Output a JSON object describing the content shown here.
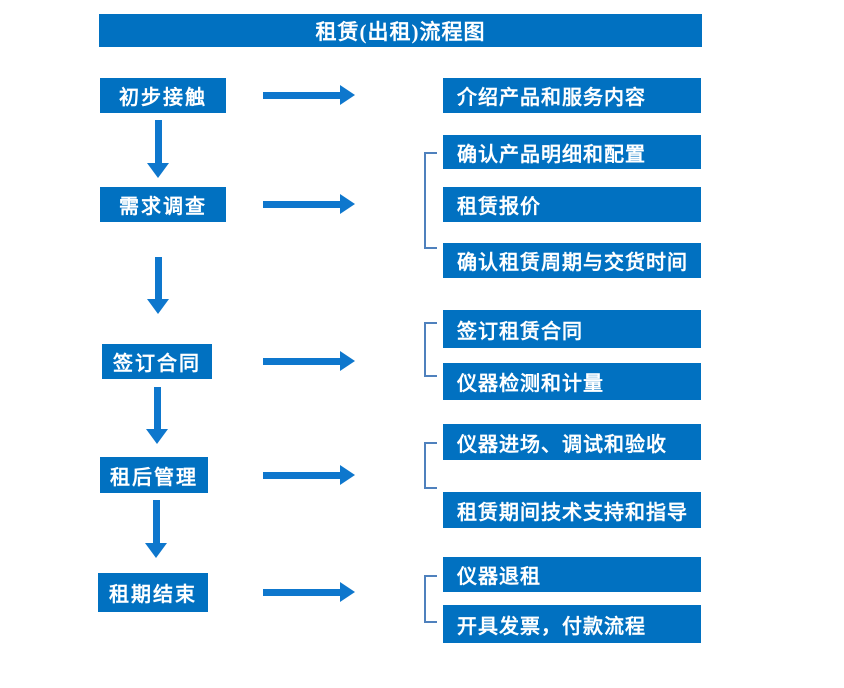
{
  "title": "租赁(出租)流程图",
  "colors": {
    "box": "#0171C1",
    "arrow": "#0E77CD",
    "bracket": "#4F81BD",
    "text": "#FFFFFF",
    "background": "#FFFFFF"
  },
  "stages": [
    {
      "label": "初步接触",
      "details": [
        "介绍产品和服务内容"
      ]
    },
    {
      "label": "需求调查",
      "details": [
        "确认产品明细和配置",
        "租赁报价",
        "确认租赁周期与交货时间"
      ]
    },
    {
      "label": "签订合同",
      "details": [
        "签订租赁合同",
        "仪器检测和计量"
      ]
    },
    {
      "label": "租后管理",
      "details": [
        "仪器进场、调试和验收",
        "租赁期间技术支持和指导"
      ]
    },
    {
      "label": "租期结束",
      "details": [
        "仪器退租",
        "开具发票，付款流程"
      ]
    }
  ]
}
